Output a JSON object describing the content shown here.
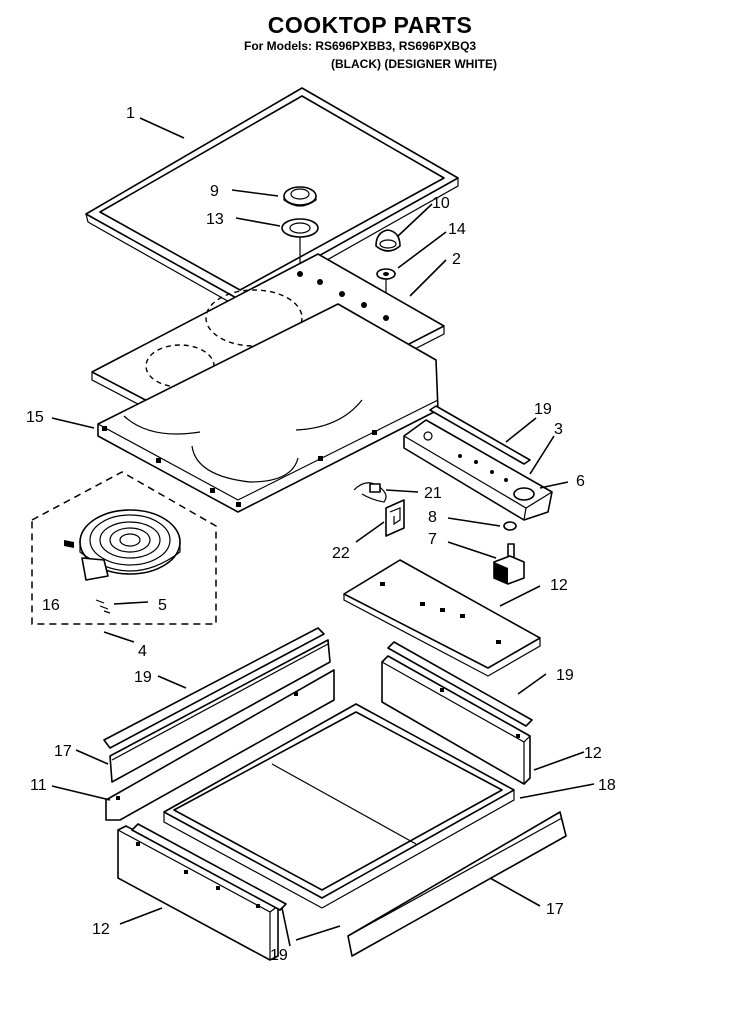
{
  "header": {
    "title": "COOKTOP PARTS",
    "models_line": "For Models: RS696PXBB3, RS696PXBQ3",
    "variants_line": "(BLACK) (DESIGNER WHITE)"
  },
  "callouts": [
    {
      "id": "1",
      "text": "1"
    },
    {
      "id": "9",
      "text": "9"
    },
    {
      "id": "13",
      "text": "13"
    },
    {
      "id": "10",
      "text": "10"
    },
    {
      "id": "14",
      "text": "14"
    },
    {
      "id": "2",
      "text": "2"
    },
    {
      "id": "15",
      "text": "15"
    },
    {
      "id": "19a",
      "text": "19"
    },
    {
      "id": "3",
      "text": "3"
    },
    {
      "id": "6",
      "text": "6"
    },
    {
      "id": "21",
      "text": "21"
    },
    {
      "id": "8",
      "text": "8"
    },
    {
      "id": "22",
      "text": "22"
    },
    {
      "id": "7",
      "text": "7"
    },
    {
      "id": "16",
      "text": "16"
    },
    {
      "id": "5",
      "text": "5"
    },
    {
      "id": "12a",
      "text": "12"
    },
    {
      "id": "4",
      "text": "4"
    },
    {
      "id": "19b",
      "text": "19"
    },
    {
      "id": "19c",
      "text": "19"
    },
    {
      "id": "17a",
      "text": "17"
    },
    {
      "id": "12b",
      "text": "12"
    },
    {
      "id": "11",
      "text": "11"
    },
    {
      "id": "18",
      "text": "18"
    },
    {
      "id": "17b",
      "text": "17"
    },
    {
      "id": "12c",
      "text": "12"
    },
    {
      "id": "19d",
      "text": "19"
    }
  ]
}
